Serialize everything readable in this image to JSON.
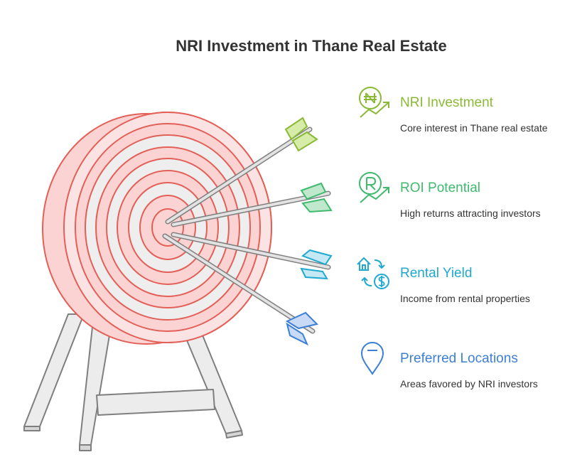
{
  "title": "NRI Investment in Thane Real Estate",
  "items": [
    {
      "title": "NRI Investment",
      "description": "Core interest in Thane real estate",
      "icon": "rupee-growth-icon",
      "color": "#8ab935"
    },
    {
      "title": "ROI Potential",
      "description": "High returns attracting investors",
      "icon": "rupee-growth-icon",
      "color": "#3fba6e"
    },
    {
      "title": "Rental Yield",
      "description": "Income from rental properties",
      "icon": "house-dollar-exchange-icon",
      "color": "#1fa8d0"
    },
    {
      "title": "Preferred Locations",
      "description": "Areas favored by NRI investors",
      "icon": "map-pin-icon",
      "color": "#3e7fd6"
    }
  ]
}
